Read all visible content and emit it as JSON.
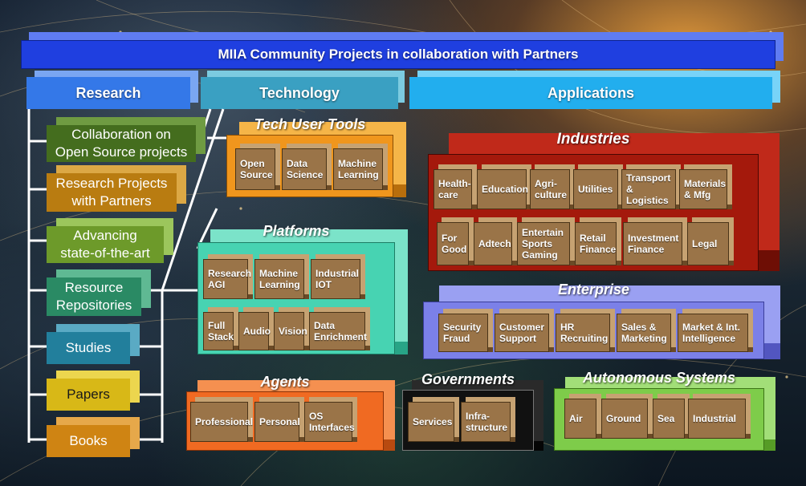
{
  "title": "MIIA Community Projects in collaboration with Partners",
  "columns": {
    "research": "Research",
    "technology": "Technology",
    "applications": "Applications"
  },
  "research_items": [
    {
      "label": "Collaboration on\nOpen Source projects",
      "color": "#446d1e",
      "text_color": "#ffffff"
    },
    {
      "label": "Research Projects\nwith Partners",
      "color": "#b97c11",
      "text_color": "#ffffff"
    },
    {
      "label": "Advancing\nstate-of-the-art",
      "color": "#6d9a2a",
      "text_color": "#ffffff"
    },
    {
      "label": "Resource\nRepositories",
      "color": "#2a8a64",
      "text_color": "#ffffff"
    },
    {
      "label": "Studies",
      "color": "#227f9c",
      "text_color": "#ffffff"
    },
    {
      "label": "Papers",
      "color": "#d8b817",
      "text_color": "#1a1a1a"
    },
    {
      "label": "Books",
      "color": "#cf8413",
      "text_color": "#ffffff"
    }
  ],
  "containers": {
    "tech_user_tools": {
      "title": "Tech User Tools",
      "color": "#f0961d",
      "tiles": [
        "Open\nSource",
        "Data\nScience",
        "Machine\nLearning"
      ]
    },
    "platforms": {
      "title": "Platforms",
      "color": "#47d3b2",
      "tiles": [
        "Research\nAGI",
        "Machine\nLearning",
        "Industrial\nIOT",
        "Full\nStack",
        "Audio",
        "Vision",
        "Data\nEnrichment"
      ]
    },
    "agents": {
      "title": "Agents",
      "color": "#f06a22",
      "tiles": [
        "Professional",
        "Personal",
        "OS\nInterfaces"
      ]
    },
    "industries": {
      "title": "Industries",
      "color": "#a4190c",
      "tiles": [
        "Health-\ncare",
        "Education",
        "Agri-\nculture",
        "Utilities",
        "Transport\n& Logistics",
        "Materials\n& Mfg",
        "For\nGood",
        "Adtech",
        "Entertain\nSports\nGaming",
        "Retail\nFinance",
        "Investment\nFinance",
        "Legal"
      ]
    },
    "enterprise": {
      "title": "Enterprise",
      "color": "#7b80e8",
      "tiles": [
        "Security\nFraud",
        "Customer\nSupport",
        "HR\nRecruiting",
        "Sales &\nMarketing",
        "Market & Int.\nIntelligence"
      ]
    },
    "governments": {
      "title": "Governments",
      "color": "#111111",
      "tiles": [
        "Services",
        "Infra-\nstructure"
      ]
    },
    "autonomous_systems": {
      "title": "Autonomous Systems",
      "color": "#7ecc4a",
      "tiles": [
        "Air",
        "Ground",
        "Sea",
        "Industrial"
      ]
    }
  },
  "colors": {
    "title_bar": "#1f3fe0",
    "research_bar": "#3478e8",
    "technology_bar": "#3aa0c2",
    "applications_bar": "#22aeee",
    "tile": "#9a7448",
    "connector": "#ffffff"
  }
}
